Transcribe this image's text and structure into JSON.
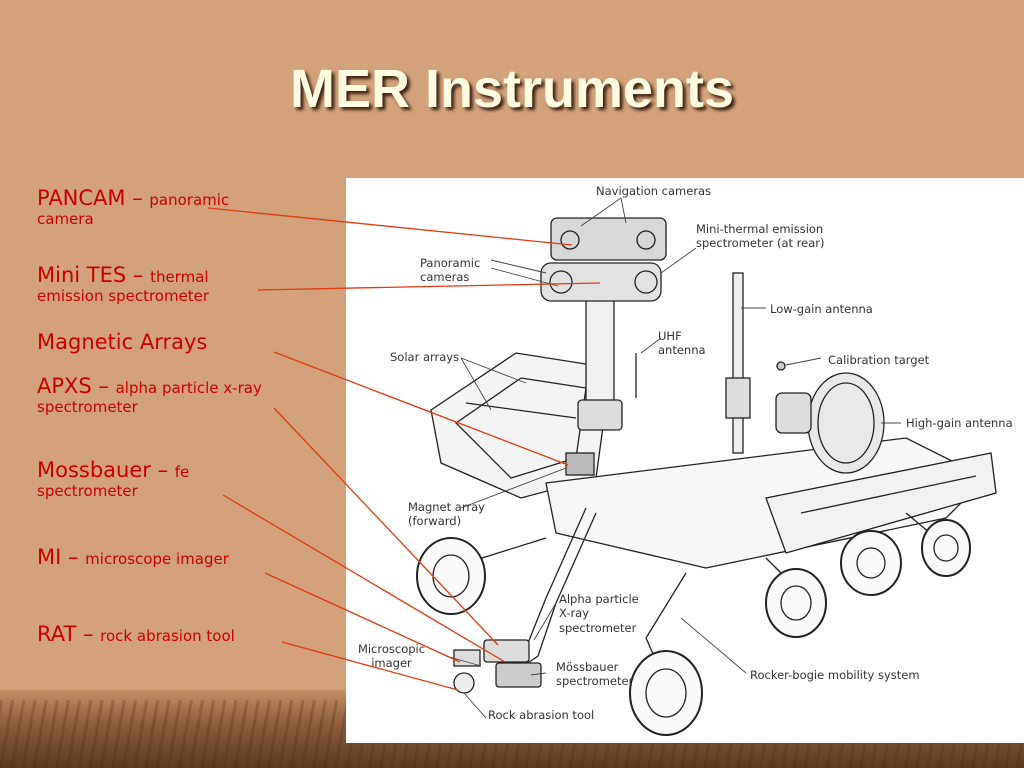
{
  "title": "MER Instruments",
  "instruments": [
    {
      "abbr": "PANCAM",
      "sep": " – ",
      "desc": "panoramic camera"
    },
    {
      "abbr": "Mini TES",
      "sep": " – ",
      "desc": "thermal emission spectrometer"
    },
    {
      "abbr": "Magnetic Arrays",
      "sep": "",
      "desc": ""
    },
    {
      "abbr": "APXS",
      "sep": " – ",
      "desc": "alpha particle x-ray spectrometer"
    },
    {
      "abbr": "Mossbauer",
      "sep": " – ",
      "desc": "fe spectrometer"
    },
    {
      "abbr": "MI",
      "sep": " – ",
      "desc": "microscope imager"
    },
    {
      "abbr": "RAT",
      "sep": " – ",
      "desc": "rock abrasion tool"
    }
  ],
  "callouts": {
    "navigation_cameras": "Navigation cameras",
    "mini_thermal": "Mini-thermal emission spectrometer (at rear)",
    "panoramic_cameras": "Panoramic cameras",
    "low_gain": "Low-gain antenna",
    "uhf": "UHF antenna",
    "solar_arrays": "Solar arrays",
    "calibration": "Calibration target",
    "high_gain": "High-gain antenna",
    "magnet_array": "Magnet array (forward)",
    "alpha": "Alpha particle X-ray spectrometer",
    "microscopic": "Microscopic imager",
    "mossbauer": "Mössbauer spectrometer",
    "rocker_bogie": "Rocker-bogie mobility system",
    "rat": "Rock abrasion tool"
  },
  "colors": {
    "label": "#c80000",
    "leader": "#e03a10",
    "title": "#fffbe0"
  }
}
